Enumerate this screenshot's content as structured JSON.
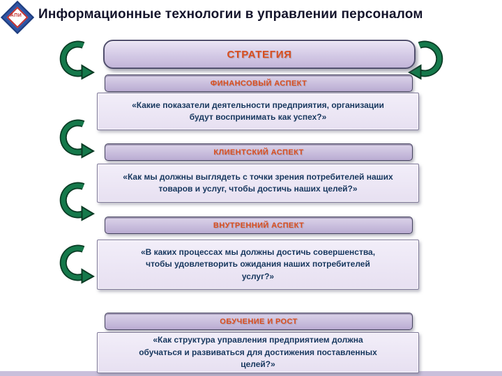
{
  "slide": {
    "title": "Информационные технологии  в управлении персоналом",
    "logo_text": "АПИ"
  },
  "diagram": {
    "strategy_label": "СТРАТЕГИЯ",
    "sections": [
      {
        "header": "ФИНАНСОВЫЙ АСПЕКТ",
        "question": "«Какие показатели деятельности предприятия, организации будут воспринимать как успех?»"
      },
      {
        "header": "КЛИЕНТСКИЙ АСПЕКТ",
        "question": "«Как мы должны выглядеть с точки зрения потребителей наших товаров и услуг, чтобы достичь наших целей?»"
      },
      {
        "header": "ВНУТРЕННИЙ АСПЕКТ",
        "question": "«В каких процессах мы должны достичь совершенства, чтобы удовлетворить ожидания наших потребителей услуг?»"
      },
      {
        "header": "ОБУЧЕНИЕ И РОСТ",
        "question": "«Как структура управления предприятием должна обучаться и развиваться для достижения поставленных целей?»"
      }
    ]
  },
  "colors": {
    "accent-orange": "#D94E1F",
    "question-navy": "#17375E",
    "panel-purple": "#C9BEDD",
    "panel-light": "#EDE8F5",
    "arrow-green": "#15794B",
    "arrow-dark": "#0A3B24",
    "strip-lavender": "#C9BFDB",
    "title-ink": "#14142B"
  }
}
